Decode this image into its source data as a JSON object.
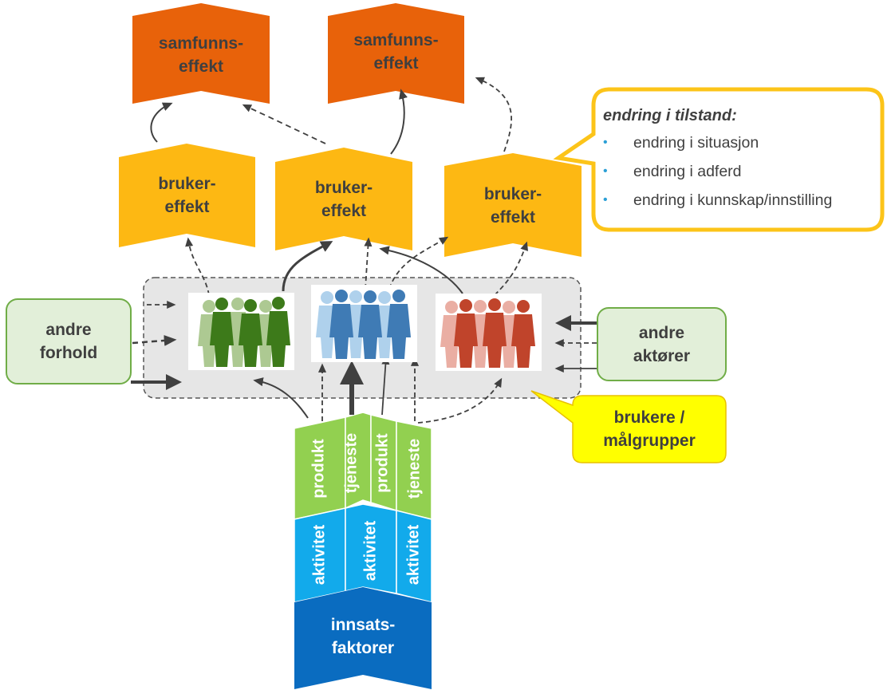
{
  "colors": {
    "samfunn": "#e8620a",
    "bruker": "#fdb813",
    "produkt": "#92d050",
    "aktivitet": "#12aaeb",
    "innsats": "#0a6cc0",
    "andre": "#e2efd9",
    "andre_border": "#70ad47",
    "malgruppe_callout": "#ffff00",
    "tilstand_border": "#fcc419",
    "group_fill": "#e6e6e6",
    "arrow": "#404040"
  },
  "samfunnseffekt": [
    {
      "line1": "samfunns-",
      "line2": "effekt"
    },
    {
      "line1": "samfunns-",
      "line2": "effekt"
    }
  ],
  "brukereffekt": [
    {
      "line1": "bruker-",
      "line2": "effekt"
    },
    {
      "line1": "bruker-",
      "line2": "effekt"
    },
    {
      "line1": "bruker-",
      "line2": "effekt"
    }
  ],
  "andre_forhold": {
    "line1": "andre",
    "line2": "forhold"
  },
  "andre_aktorer": {
    "line1": "andre",
    "line2": "aktører"
  },
  "brukere": {
    "line1": "brukere /",
    "line2": "målgrupper"
  },
  "tilstand": {
    "title": "endring i tilstand:",
    "items": [
      "endring  i situasjon",
      "endring i adferd",
      "endring i kunnskap/innstilling"
    ]
  },
  "outputs": [
    "produkt",
    "tjeneste",
    "produkt",
    "tjeneste"
  ],
  "activities": [
    "aktivitet",
    "aktivitet",
    "aktivitet"
  ],
  "innsats": {
    "line1": "innsats-",
    "line2": "faktorer"
  },
  "people_icons": [
    "people-group-green-icon",
    "people-group-blue-icon",
    "people-group-red-icon"
  ]
}
